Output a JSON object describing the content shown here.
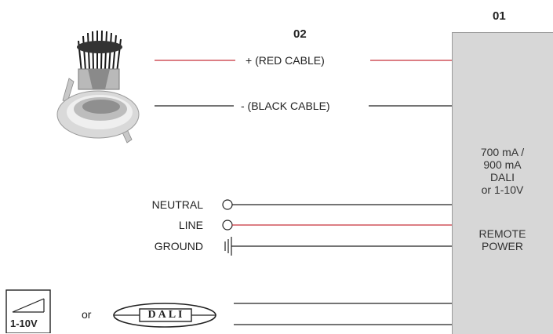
{
  "labels": {
    "num_01": "01",
    "num_02": "02",
    "red_cable": "+ (RED CABLE)",
    "black_cable": "- (BLACK CABLE)",
    "neutral": "NEUTRAL",
    "line": "LINE",
    "ground": "GROUND",
    "or": "or",
    "dim_110v": "1-10V",
    "dali": "DALI"
  },
  "box": {
    "lines_top": [
      "700 mA /",
      "900 mA",
      "DALI",
      "or 1-10V"
    ],
    "lines_bottom": [
      "REMOTE",
      "POWER"
    ]
  },
  "colors": {
    "red": "#c8323a",
    "black": "#222222",
    "box": "#d7d7d7"
  }
}
